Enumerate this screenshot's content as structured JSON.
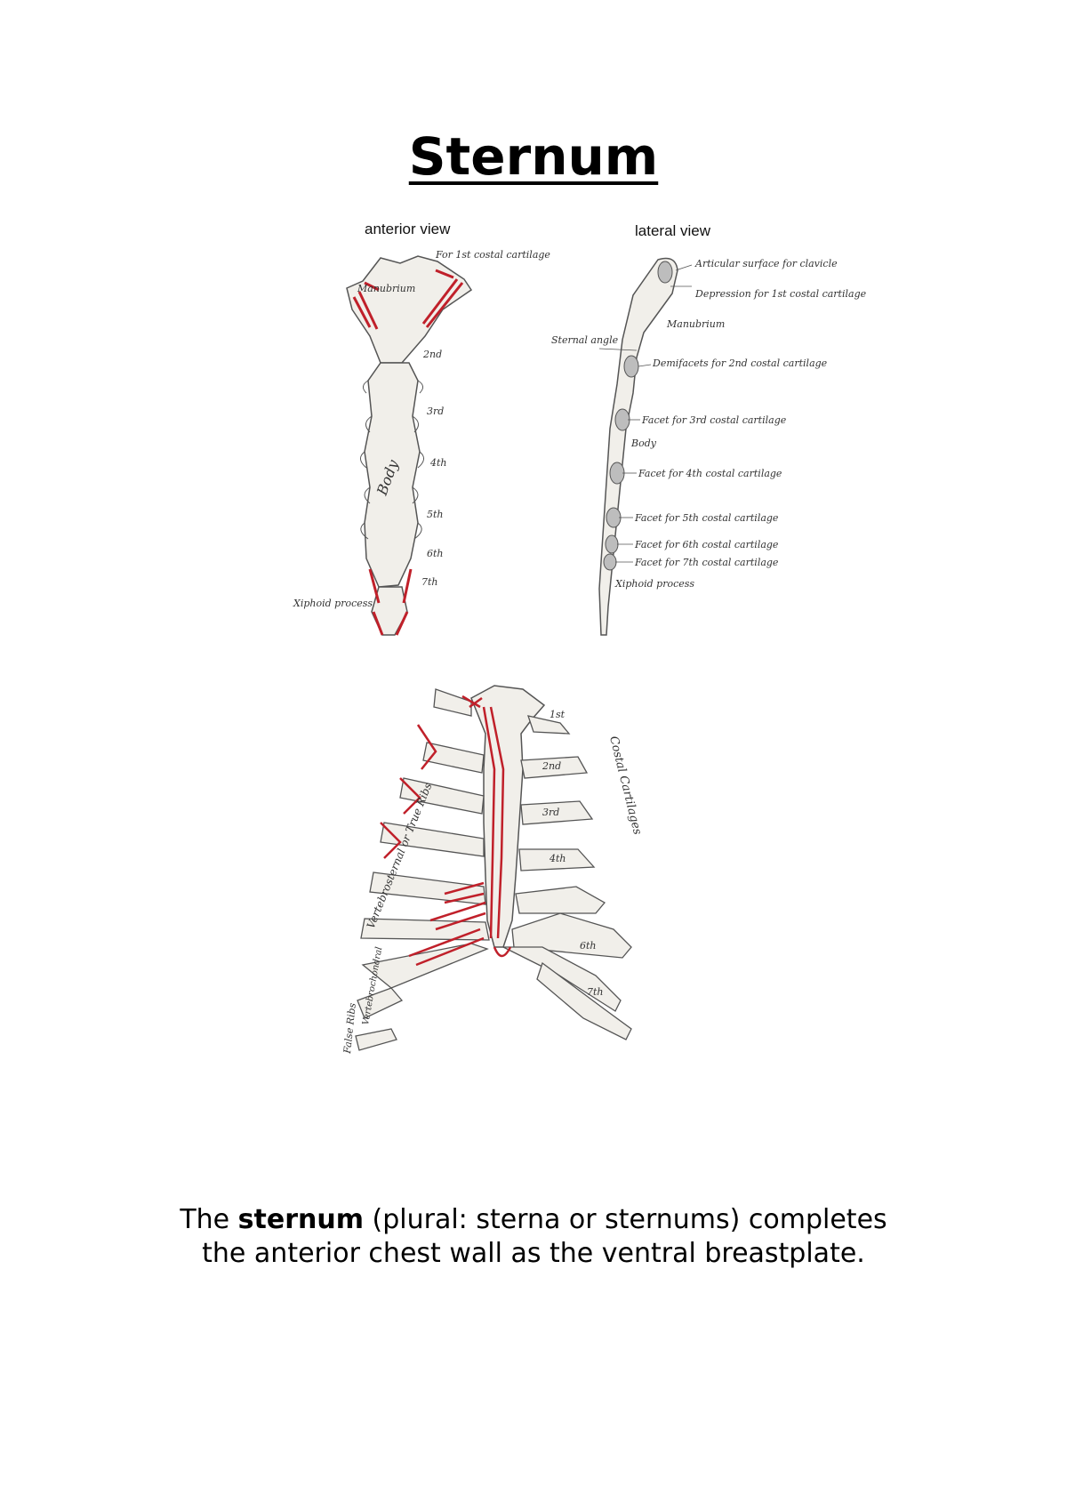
{
  "title": "Sternum",
  "figure_top": {
    "anterior_label": "anterior view",
    "lateral_label": "lateral view",
    "anterior": {
      "manubrium": "Manubrium",
      "body": "Body",
      "first_cartilage": "For 1st costal cartilage",
      "rib_2": "2nd",
      "rib_3": "3rd",
      "rib_4": "4th",
      "rib_5": "5th",
      "rib_6": "6th",
      "rib_7": "7th",
      "xiphoid": "Xiphoid process"
    },
    "lateral": {
      "articular": "Articular surface for clavicle",
      "depression": "Depression for 1st costal cartilage",
      "manubrium": "Manubrium",
      "sternal_angle": "Sternal angle",
      "demifacets": "Demifacets for 2nd costal cartilage",
      "facet_3": "Facet for 3rd costal cartilage",
      "body": "Body",
      "facet_4": "Facet for 4th costal cartilage",
      "facet_5": "Facet for 5th costal cartilage",
      "facet_6": "Facet for 6th costal cartilage",
      "facet_7": "Facet for 7th costal cartilage",
      "xiphoid": "Xiphoid process"
    }
  },
  "figure_bottom": {
    "true_ribs": "Vertebrosternal or True Ribs",
    "costal_cartilages": "Costal Cartilages",
    "false_ribs": "False Ribs",
    "vertebrochondral": "Vertebrochondral",
    "rib_1": "1st",
    "rib_2": "2nd",
    "rib_3": "3rd",
    "rib_4": "4th",
    "rib_6": "6th",
    "rib_7": "7th"
  },
  "caption": {
    "lead": "The ",
    "bold": "sternum",
    "rest_line1": " (plural: sterna or sternums) completes",
    "line2": "the anterior chest wall as the ventral breastplate."
  },
  "colors": {
    "highlight": "#c0202a",
    "bone": "#f1efea",
    "stroke": "#555555"
  }
}
